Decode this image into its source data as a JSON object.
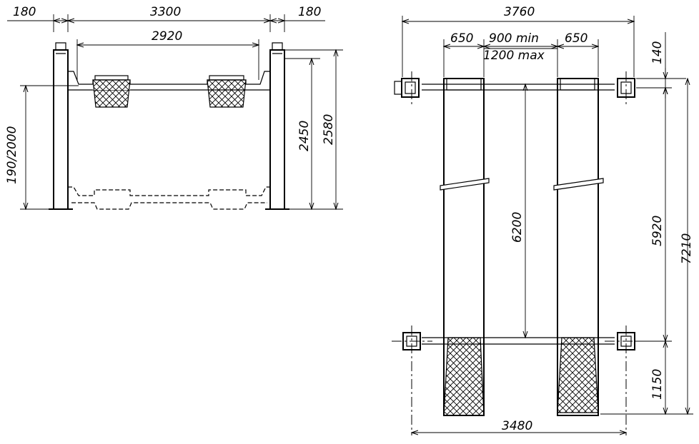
{
  "front_view": {
    "dims": {
      "post_left": "180",
      "post_span": "3300",
      "post_right": "180",
      "runway_span": "2920",
      "lift_height": "190/2000",
      "height_inner": "2450",
      "height_total": "2580"
    }
  },
  "top_view": {
    "dims": {
      "overall_width": "3760",
      "runway_width_left": "650",
      "gap_min": "900 min",
      "gap_max": "1200 max",
      "runway_width_right": "650",
      "top_offset": "140",
      "runway_length": "6200",
      "post_spacing": "5920",
      "overall_length": "7210",
      "ramp_length": "1150",
      "post_centers": "3480"
    }
  }
}
